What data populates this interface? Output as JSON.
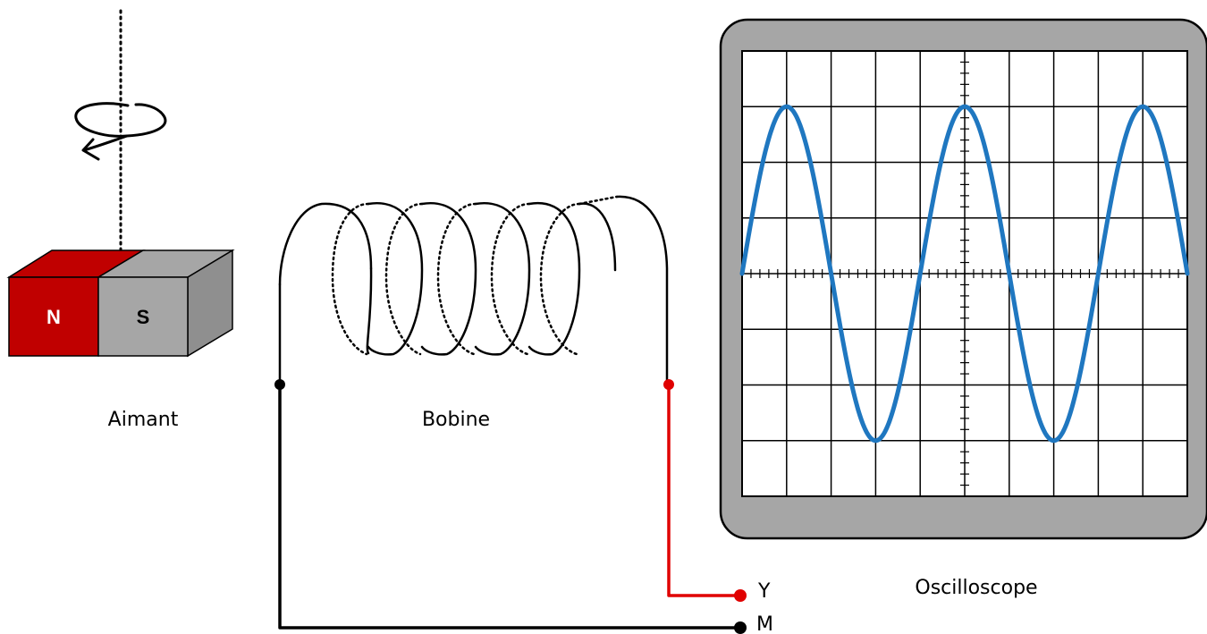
{
  "labels": {
    "magnet": "Aimant",
    "coil": "Bobine",
    "oscilloscope": "Oscilloscope",
    "terminal_y": "Y",
    "terminal_m": "M"
  },
  "magnet": {
    "north": "N",
    "south": "S",
    "north_color": "#c00000",
    "south_color": "#a6a6a6"
  },
  "oscilloscope": {
    "frame_color": "#a6a6a6",
    "trace_color": "#1f77c0",
    "grid_divisions": {
      "x": 10,
      "y": 8
    },
    "trace": {
      "amplitude_divisions": 3,
      "period_divisions": 4
    }
  },
  "wires": {
    "y_color": "#e00000",
    "m_color": "#000000"
  }
}
